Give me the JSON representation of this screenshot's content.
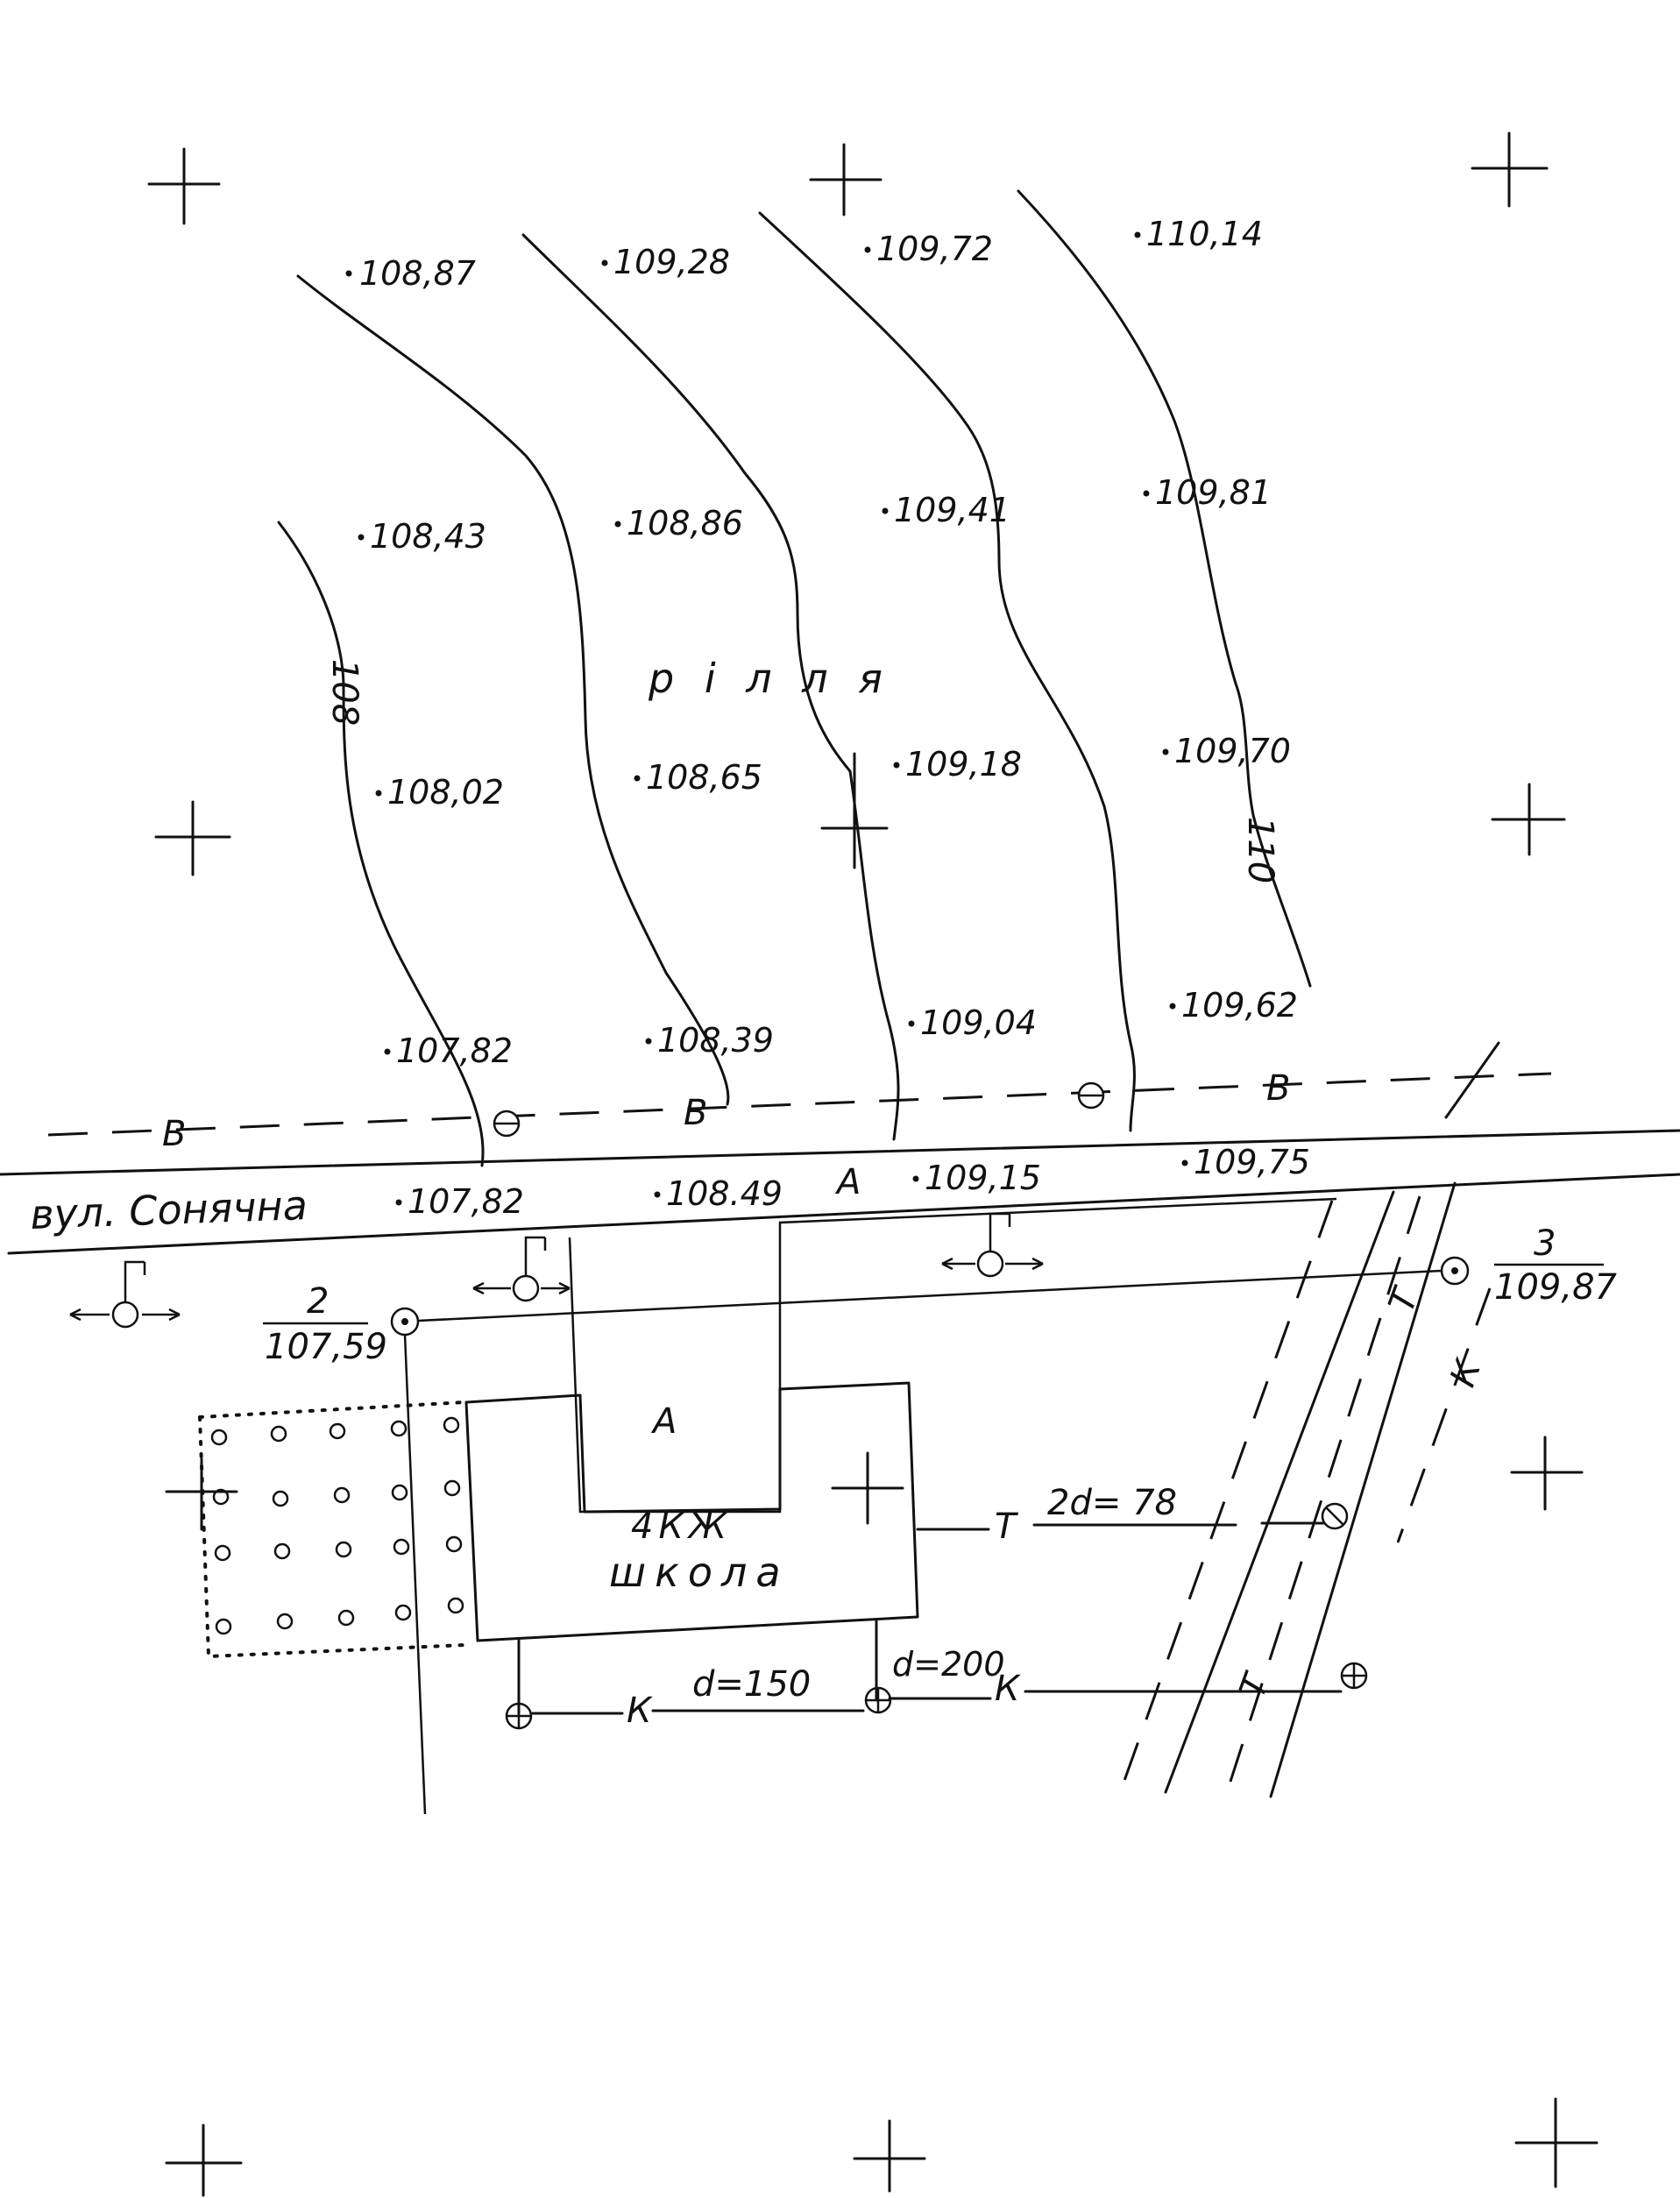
{
  "field_label": "р і л л я",
  "street_label": "вул. Сонячна",
  "building": {
    "zone_label": "А",
    "floors_label": "4КЖ",
    "name": "школа"
  },
  "street_zone_label": "А",
  "contour_labels": [
    "108",
    "110"
  ],
  "spot_heights": [
    "108,87",
    "109,28",
    "109,72",
    "110,14",
    "108,43",
    "108,86",
    "109,41",
    "109,81",
    "108,02",
    "108,65",
    "109,18",
    "109,70",
    "107,82",
    "108,39",
    "109,04",
    "109,62",
    "107,82",
    "108.49",
    "109,15",
    "109,75"
  ],
  "survey_points": [
    {
      "number": "2",
      "elevation": "107,59"
    },
    {
      "number": "3",
      "elevation": "109,87"
    }
  ],
  "utility_codes": {
    "water": "В",
    "heating": "Т",
    "sewer": "К"
  },
  "pipe_labels": {
    "heating": "2d= 78",
    "sewer_a": "d=150",
    "sewer_b": "d=200"
  },
  "colors": {
    "ink": "#111111",
    "paper": "#ffffff"
  }
}
